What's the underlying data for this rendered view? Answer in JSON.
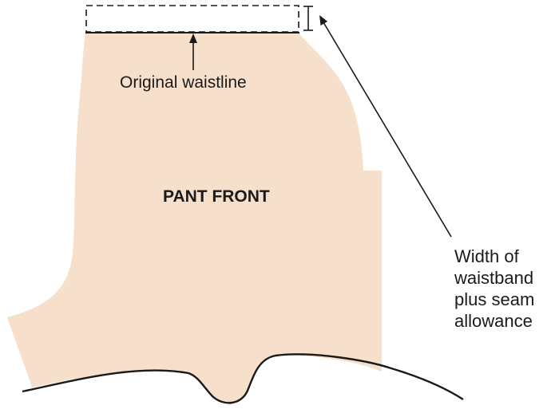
{
  "diagram": {
    "piece_label": "PANT FRONT",
    "waistline_label": "Original waistline",
    "callout_lines": [
      "Width of",
      "waistband",
      "plus seam",
      "allowance"
    ],
    "colors": {
      "fabric": "#f6dfcb",
      "line": "#1a1a1a",
      "background": "#ffffff"
    }
  }
}
